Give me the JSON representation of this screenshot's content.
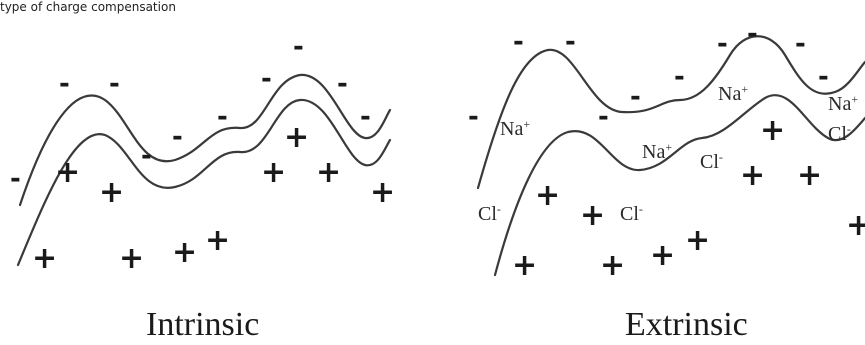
{
  "header_text": "type of charge compensation",
  "panels": [
    {
      "caption": "Intrinsic",
      "surface_charge": "-",
      "counter_charge": "+"
    },
    {
      "caption": "Extrinsic",
      "surface_charge": "-",
      "counter_charge": "+",
      "ions": {
        "sodium": "Na",
        "sodium_sup": "+",
        "chloride": "Cl",
        "chloride_sup": "-"
      }
    }
  ]
}
